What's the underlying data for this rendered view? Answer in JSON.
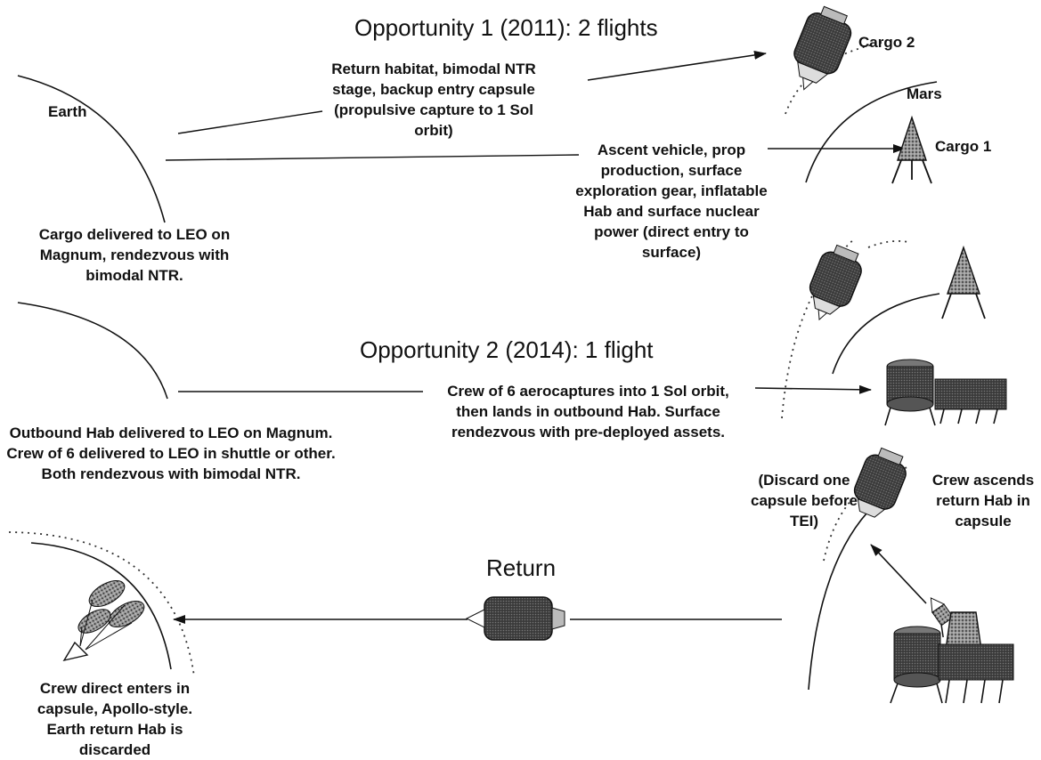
{
  "opportunity1": {
    "title": "Opportunity 1 (2011):  2 flights",
    "earth_label": "Earth",
    "leo_text": "Cargo delivered to LEO on Magnum, rendezvous with bimodal NTR.",
    "flight_a_text": "Return habitat, bimodal NTR stage, backup entry capsule (propulsive capture to 1 Sol orbit)",
    "flight_b_text": "Ascent vehicle, prop production, surface exploration gear, inflatable Hab and surface nuclear power (direct entry to surface)",
    "cargo2_label": "Cargo 2",
    "cargo1_label": "Cargo 1",
    "mars_label": "Mars"
  },
  "opportunity2": {
    "title": "Opportunity 2 (2014):  1 flight",
    "leo_text": "Outbound Hab delivered to LEO on Magnum. Crew of 6 delivered to LEO in shuttle or other. Both rendezvous with bimodal NTR.",
    "crew_text": "Crew of 6 aerocaptures into 1 Sol orbit, then lands in outbound Hab. Surface rendezvous with pre-deployed assets."
  },
  "return": {
    "title": "Return",
    "discard_text": "(Discard one capsule before TEI)",
    "ascend_text": "Crew ascends return Hab in capsule",
    "entry_text": "Crew direct enters in capsule, Apollo-style. Earth return Hab is discarded"
  }
}
